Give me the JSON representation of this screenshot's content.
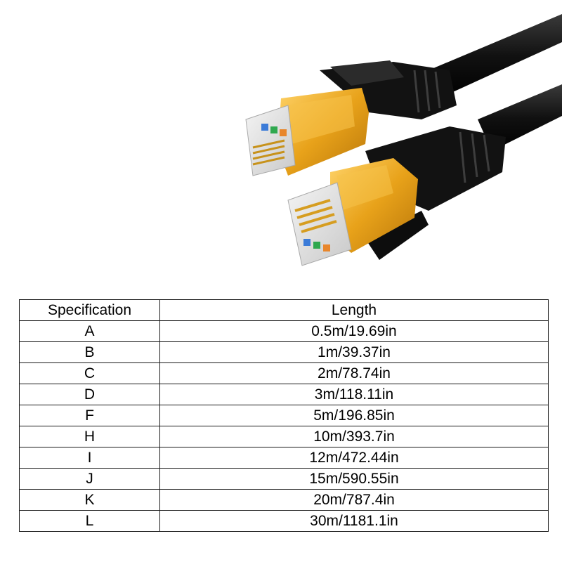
{
  "table": {
    "headers": [
      "Specification",
      "Length"
    ],
    "rows": [
      {
        "spec": "A",
        "length": "0.5m/19.69in"
      },
      {
        "spec": "B",
        "length": "1m/39.37in"
      },
      {
        "spec": "C",
        "length": "2m/78.74in"
      },
      {
        "spec": "D",
        "length": "3m/118.11in"
      },
      {
        "spec": "F",
        "length": "5m/196.85in"
      },
      {
        "spec": "H",
        "length": "10m/393.7in"
      },
      {
        "spec": "I",
        "length": "12m/472.44in"
      },
      {
        "spec": "J",
        "length": "15m/590.55in"
      },
      {
        "spec": "K",
        "length": "20m/787.4in"
      },
      {
        "spec": "L",
        "length": "30m/1181.1in"
      }
    ]
  },
  "colors": {
    "cable": "#111111",
    "shield_gold": "#e8a21a",
    "table_border": "#1a1a1a"
  }
}
